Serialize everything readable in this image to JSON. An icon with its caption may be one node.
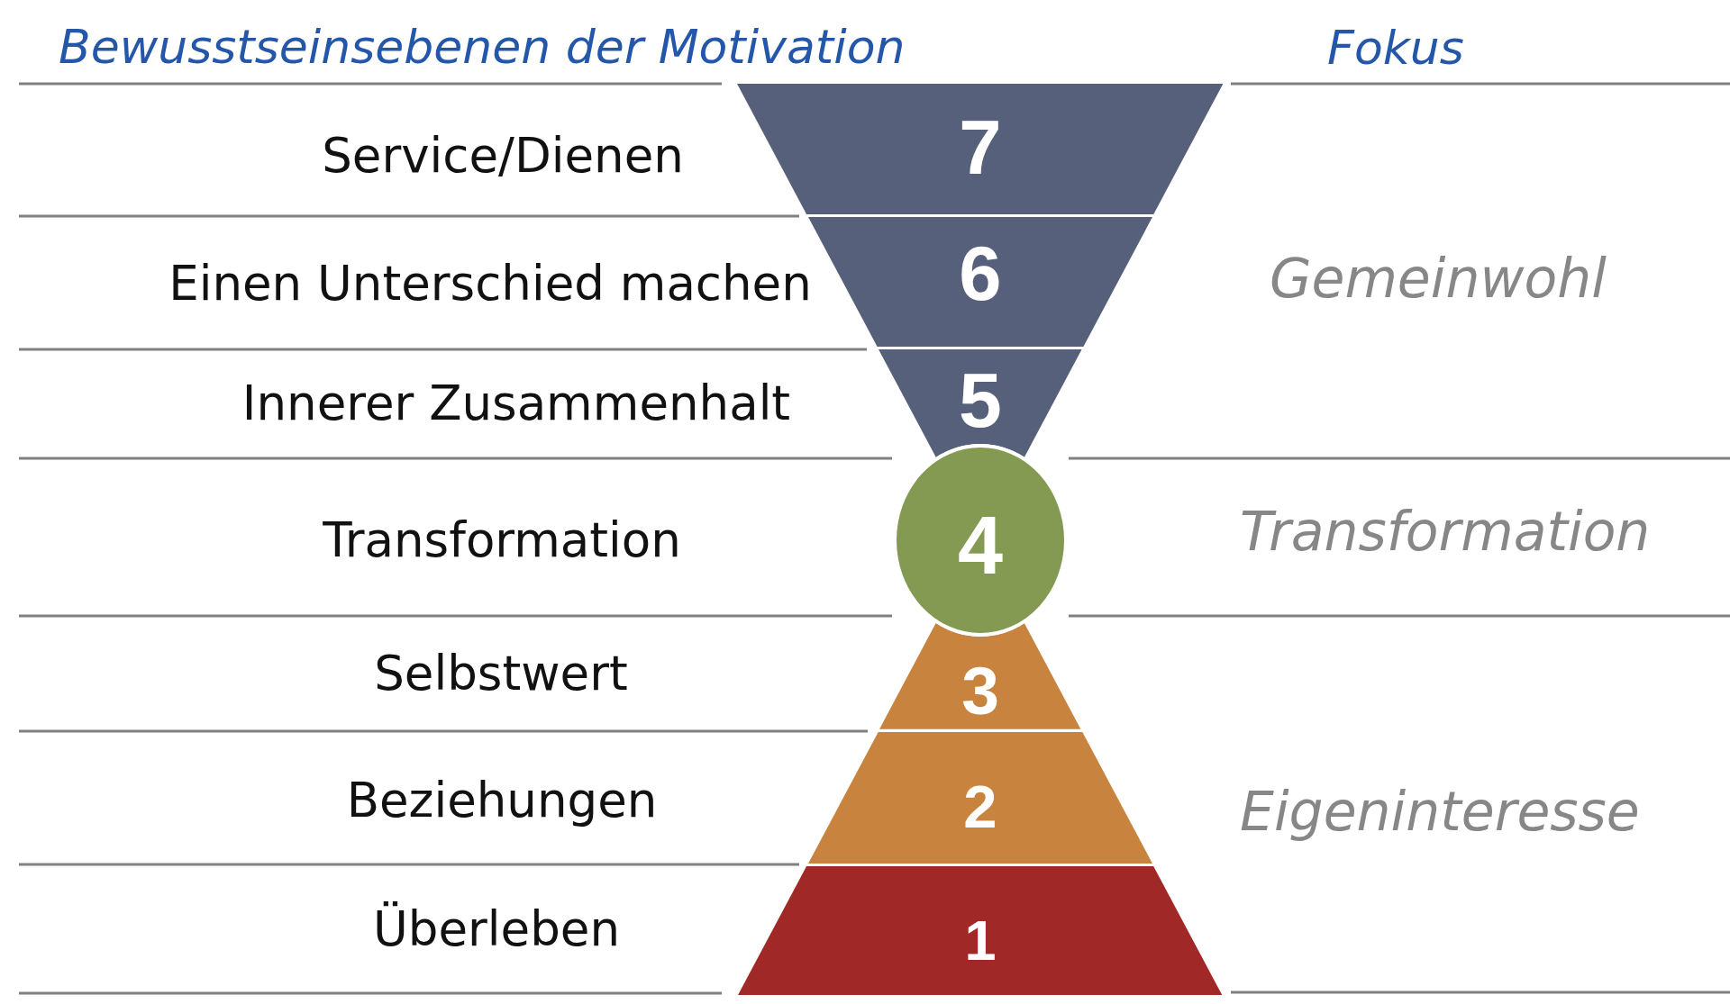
{
  "diagram": {
    "title": "Bewusstseinsebenen der Motivation",
    "nodes": [
      {
        "text": [
          "7"
        ]
      },
      {
        "text": [
          "6"
        ]
      },
      {
        "text": [
          "5"
        ]
      },
      {
        "text": [
          "4"
        ]
      },
      {
        "text": [
          "3"
        ]
      },
      {
        "text": [
          "2"
        ]
      },
      {
        "text": [
          "1"
        ]
      }
    ],
    "labels": [
      "Fokus",
      "Service/Dienen",
      "Einen Unterschied machen",
      "Gemeinwohl",
      "Innerer Zusammenhalt",
      "Transformation",
      "Transformation",
      "Selbstwert",
      "Beziehungen",
      "Eigeninteresse",
      "Überleben"
    ]
  }
}
